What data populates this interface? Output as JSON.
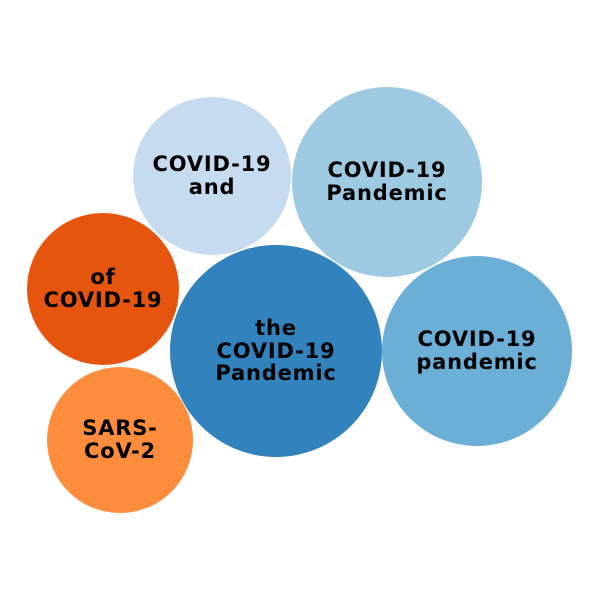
{
  "bubbles": [
    {
      "id": "covid-19-and",
      "label": "COVID-19\nand",
      "color": "#c6dbef"
    },
    {
      "id": "covid-19-pandemic-cap",
      "label": "COVID-19\nPandemic",
      "color": "#9ecae1"
    },
    {
      "id": "of-covid-19",
      "label": "of\nCOVID-19",
      "color": "#e6550d"
    },
    {
      "id": "the-covid-19-pandemic",
      "label": "the\nCOVID-19\nPandemic",
      "color": "#3182bd"
    },
    {
      "id": "covid-19-pandemic-lower",
      "label": "COVID-19\npandemic",
      "color": "#6baed6"
    },
    {
      "id": "sars-cov-2",
      "label": "SARS-\nCoV-2",
      "color": "#fd8d3c"
    }
  ]
}
